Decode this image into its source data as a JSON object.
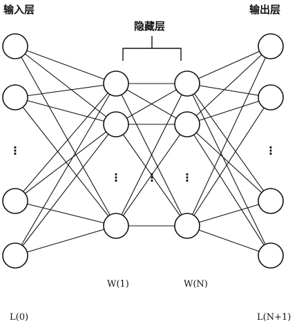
{
  "labels": {
    "input_layer": "输入层",
    "hidden_layer": "隐藏层",
    "output_layer": "输出层",
    "weight_first": "W(1)",
    "weight_last": "W(N)",
    "layer_first": "L(0)",
    "layer_last": "L(N+1)"
  },
  "ellipsis": "⋮",
  "colors": {
    "stroke": "#111111",
    "node_fill": "#ffffff"
  }
}
